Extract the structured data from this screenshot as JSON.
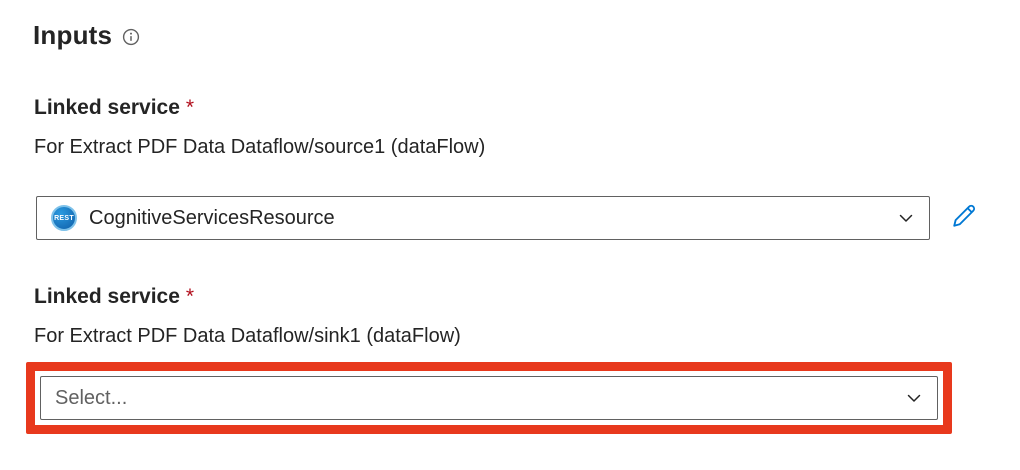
{
  "header": {
    "title": "Inputs"
  },
  "fields": [
    {
      "label": "Linked service",
      "required": "*",
      "context": "For Extract PDF Data Dataflow/source1 (dataFlow)",
      "value": "CognitiveServicesResource",
      "icon": "rest-linked-service-icon",
      "icon_text": "REST"
    },
    {
      "label": "Linked service",
      "required": "*",
      "context": "For Extract PDF Data Dataflow/sink1 (dataFlow)",
      "placeholder": "Select..."
    }
  ],
  "colors": {
    "accent_blue": "#0078d4",
    "required_red": "#b10e1c",
    "annotation_red": "#e8391d",
    "border_gray": "#616161",
    "text_dark": "#242424",
    "placeholder_gray": "#616161",
    "rest_icon_blue": "#0f5ea8"
  }
}
